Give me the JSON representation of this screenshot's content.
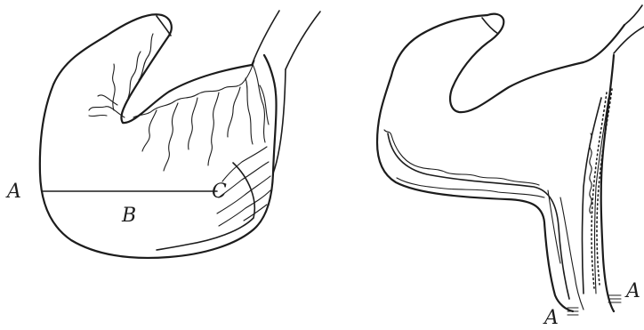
{
  "figure": {
    "left_panel": {
      "labels": {
        "a": "A",
        "b": "B",
        "c": "C"
      }
    },
    "right_panel": {
      "labels": {
        "a_left": "A",
        "a_right": "A"
      }
    }
  }
}
